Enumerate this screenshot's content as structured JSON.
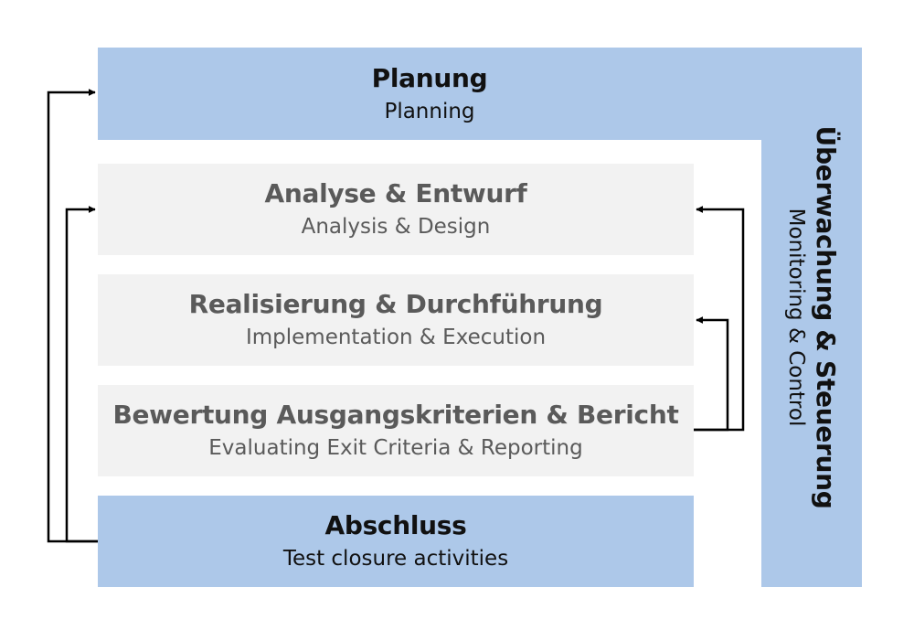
{
  "diagram": {
    "planning": {
      "title": "Planung",
      "subtitle": "Planning"
    },
    "analysis": {
      "title": "Analyse & Entwurf",
      "subtitle": "Analysis & Design"
    },
    "implementation": {
      "title": "Realisierung & Durchführung",
      "subtitle": "Implementation & Execution"
    },
    "evaluation": {
      "title": "Bewertung Ausgangskriterien & Bericht",
      "subtitle": "Evaluating Exit Criteria & Reporting"
    },
    "closure": {
      "title": "Abschluss",
      "subtitle": "Test closure activities"
    },
    "monitoring": {
      "title": "Überwachung & Steuerung",
      "subtitle": "Monitoring & Control"
    }
  },
  "colors": {
    "phase_fill": "#adc8e9",
    "step_fill": "#f2f2f2",
    "muted_text": "#5a5a5a",
    "arrow": "#000000"
  }
}
